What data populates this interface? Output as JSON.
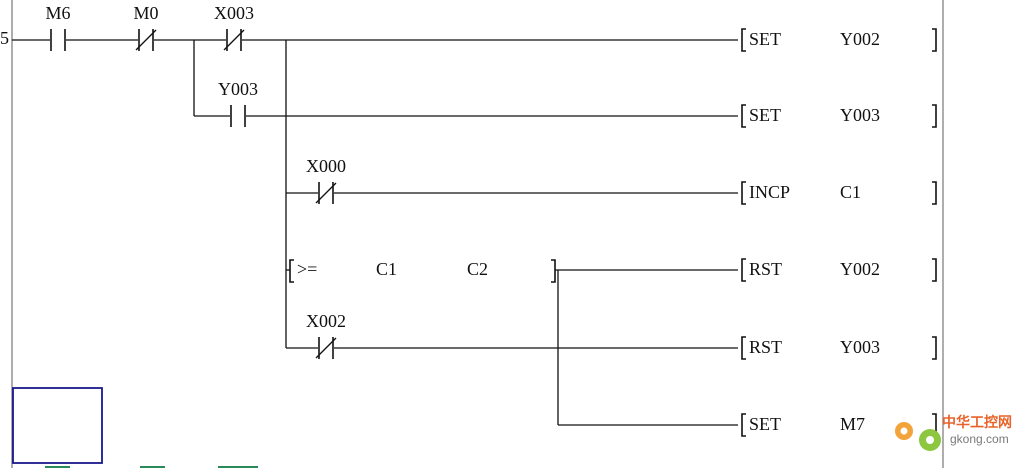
{
  "step_number": "5",
  "contacts": [
    {
      "name": "contact-m6",
      "label": "M6",
      "type": "no"
    },
    {
      "name": "contact-m0",
      "label": "M0",
      "type": "nc"
    },
    {
      "name": "contact-x003",
      "label": "X003",
      "type": "nc"
    },
    {
      "name": "contact-y003",
      "label": "Y003",
      "type": "no"
    },
    {
      "name": "contact-x000",
      "label": "X000",
      "type": "nc"
    },
    {
      "name": "contact-x002",
      "label": "X002",
      "type": "nc"
    }
  ],
  "compare": {
    "op": ">=",
    "a": "C1",
    "b": "C2"
  },
  "instructions": [
    {
      "op": "SET",
      "operand": "Y002"
    },
    {
      "op": "SET",
      "operand": "Y003"
    },
    {
      "op": "INCP",
      "operand": "C1"
    },
    {
      "op": "RST",
      "operand": "Y002"
    },
    {
      "op": "RST",
      "operand": "Y003"
    },
    {
      "op": "SET",
      "operand": "M7"
    }
  ],
  "watermark": {
    "title": "中华工控网",
    "site": "gkong.com"
  },
  "colors": {
    "line": "#111111",
    "cursor": "#1a1a8c",
    "watermark": "#e8632b"
  }
}
